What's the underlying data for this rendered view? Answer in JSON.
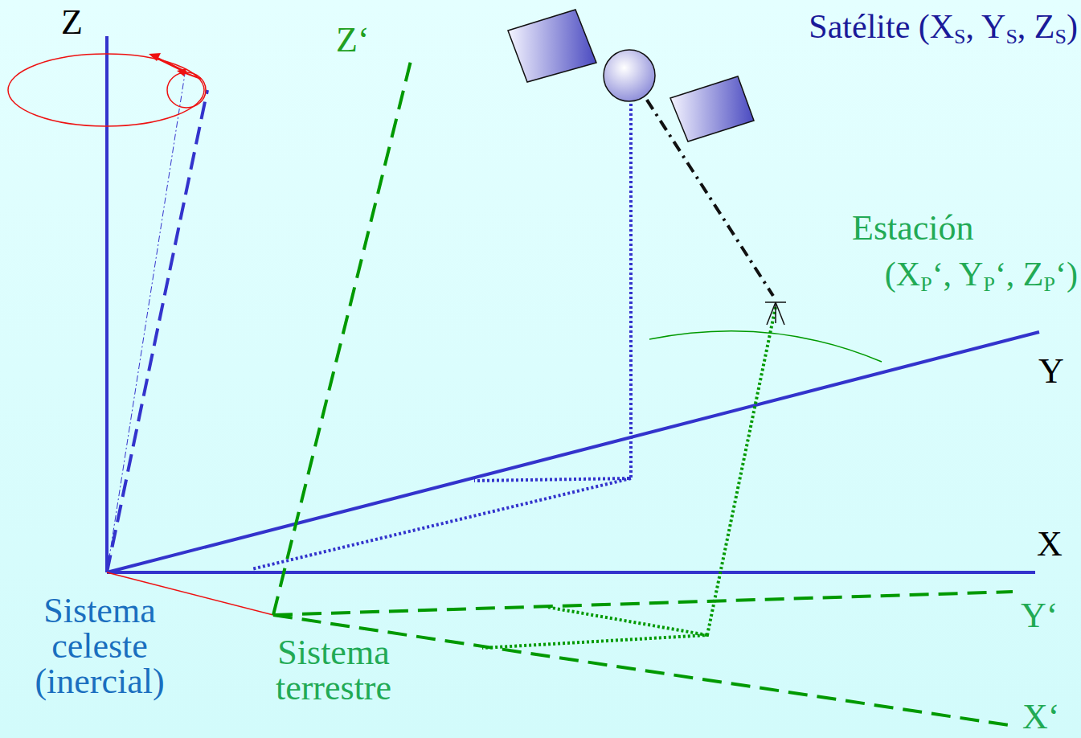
{
  "diagram": {
    "labels": [
      "Z",
      "Z‘",
      "Satélite (XS, YS, ZS)",
      "Estación",
      "(XP‘, YP‘, ZP‘)",
      "Y",
      "X",
      "Y‘",
      "X‘",
      "Sistema celeste (inercial)",
      "Sistema terrestre"
    ]
  }
}
